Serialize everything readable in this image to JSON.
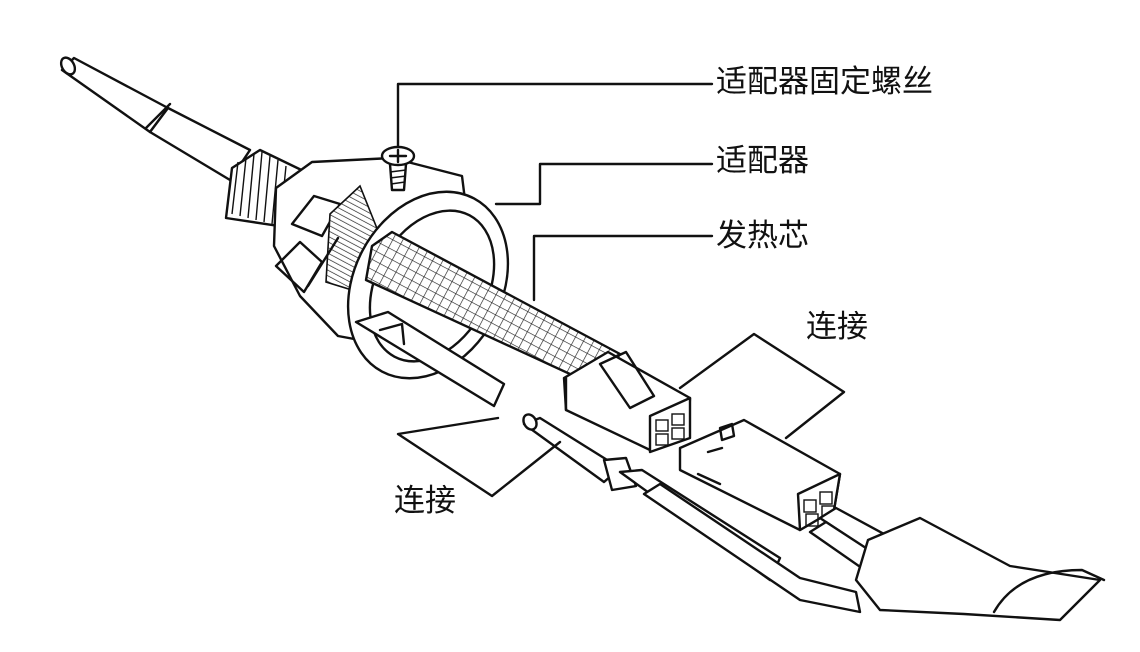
{
  "labels": {
    "adapter_screw": "适配器固定螺丝",
    "adapter": "适配器",
    "heating_core": "发热芯",
    "connect_right": "连接",
    "connect_left": "连接"
  }
}
